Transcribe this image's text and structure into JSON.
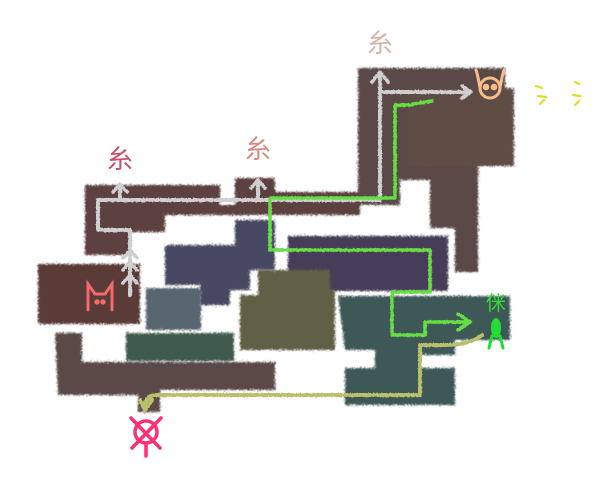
{
  "game": {
    "view": "level-map",
    "colors": {
      "background": "#ffffff",
      "room_dark_brown": "#5a4a47",
      "room_brown": "#5e4e44",
      "room_maroon": "#5d3f41",
      "room_rust": "#5a3a38",
      "room_navy": "#464a62",
      "room_slate": "#586670",
      "room_purple": "#463c58",
      "room_olive": "#5e6044",
      "room_teal": "#3e5856",
      "room_green": "#3f5a4c",
      "path_gray": "#cfcfcf",
      "path_green": "#66dd44",
      "path_yellow": "#b9bf6a",
      "player_green": "#22dd33",
      "death_marker": "#ff2e75",
      "exit_creature": "#f7be8a",
      "sparkle_yellow": "#d8e020"
    },
    "glyphs": [
      {
        "name": "spider-glyph-top",
        "char": "糸",
        "color": "#d4b6aa"
      },
      {
        "name": "spider-glyph-left",
        "char": "糸",
        "color": "#c8506a"
      },
      {
        "name": "spider-glyph-mid",
        "char": "糸",
        "color": "#d88a82"
      },
      {
        "name": "player-label-glyph",
        "char": "侎",
        "color": "#33dd33"
      }
    ],
    "icons": {
      "exit": "orange-creature-icon",
      "start": "pink-cat-icon",
      "player": "green-player-icon",
      "death": "crossed-circle-icon",
      "sparkle": "sparkle-icon"
    }
  }
}
